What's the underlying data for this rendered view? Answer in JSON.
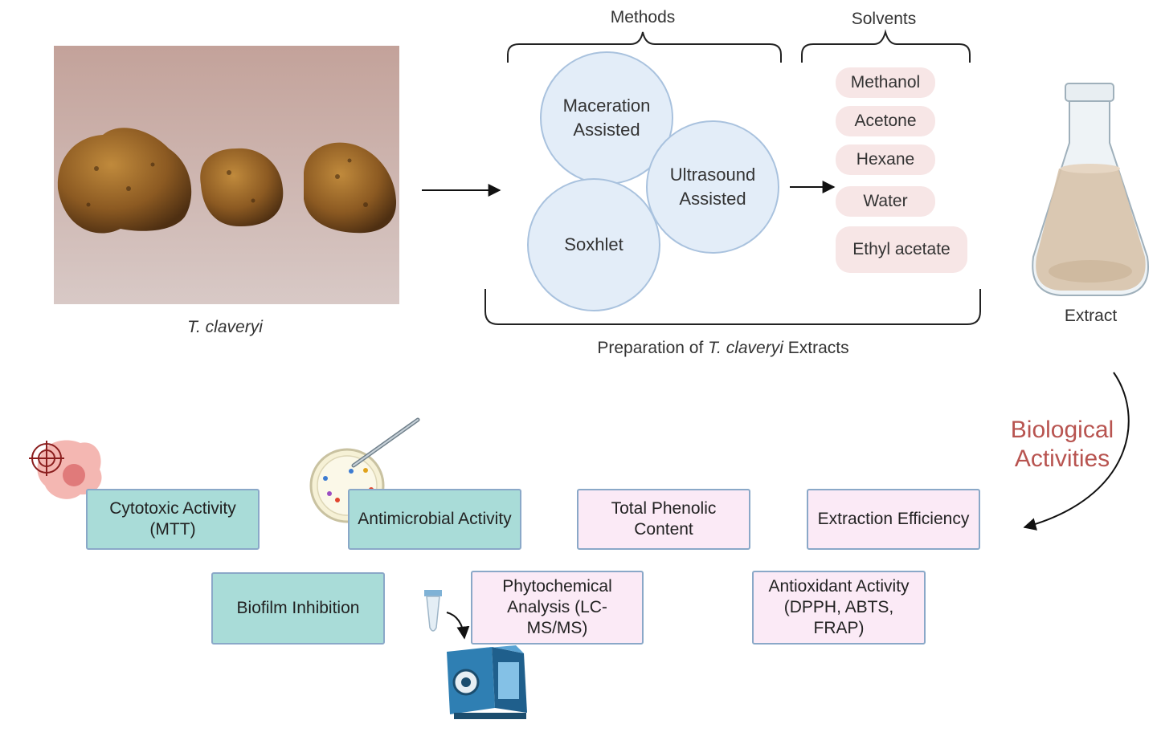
{
  "photo": {
    "caption": "T. claveryi"
  },
  "methods": {
    "header": "Methods",
    "items": [
      "Maceration Assisted",
      "Ultrasound Assisted",
      "Soxhlet"
    ]
  },
  "solvents": {
    "header": "Solvents",
    "items": [
      "Methanol",
      "Acetone",
      "Hexane",
      "Water",
      "Ethyl acetate"
    ]
  },
  "preparation": {
    "label_prefix": "Preparation of",
    "label_species": "T. claveryi",
    "label_suffix": "Extracts"
  },
  "extract": {
    "label": "Extract"
  },
  "biological": {
    "label": "Biological Activities"
  },
  "assays": {
    "cytotoxic": "Cytotoxic Activity (MTT)",
    "antimicrobial": "Antimicrobial Activity",
    "phenolic": "Total Phenolic Content",
    "efficiency": "Extraction Efficiency",
    "biofilm": "Biofilm Inhibition",
    "phytochemical": "Phytochemical Analysis (LC-MS/MS)",
    "antioxidant": "Antioxidant Activity (DPPH, ABTS, FRAP)"
  },
  "colors": {
    "teal_box": "#a9dcd8",
    "pink_box": "#fbeaf6",
    "circle_fill": "#e3edf8",
    "pill_fill": "#f7e6e6",
    "biological_text": "#b85450"
  }
}
